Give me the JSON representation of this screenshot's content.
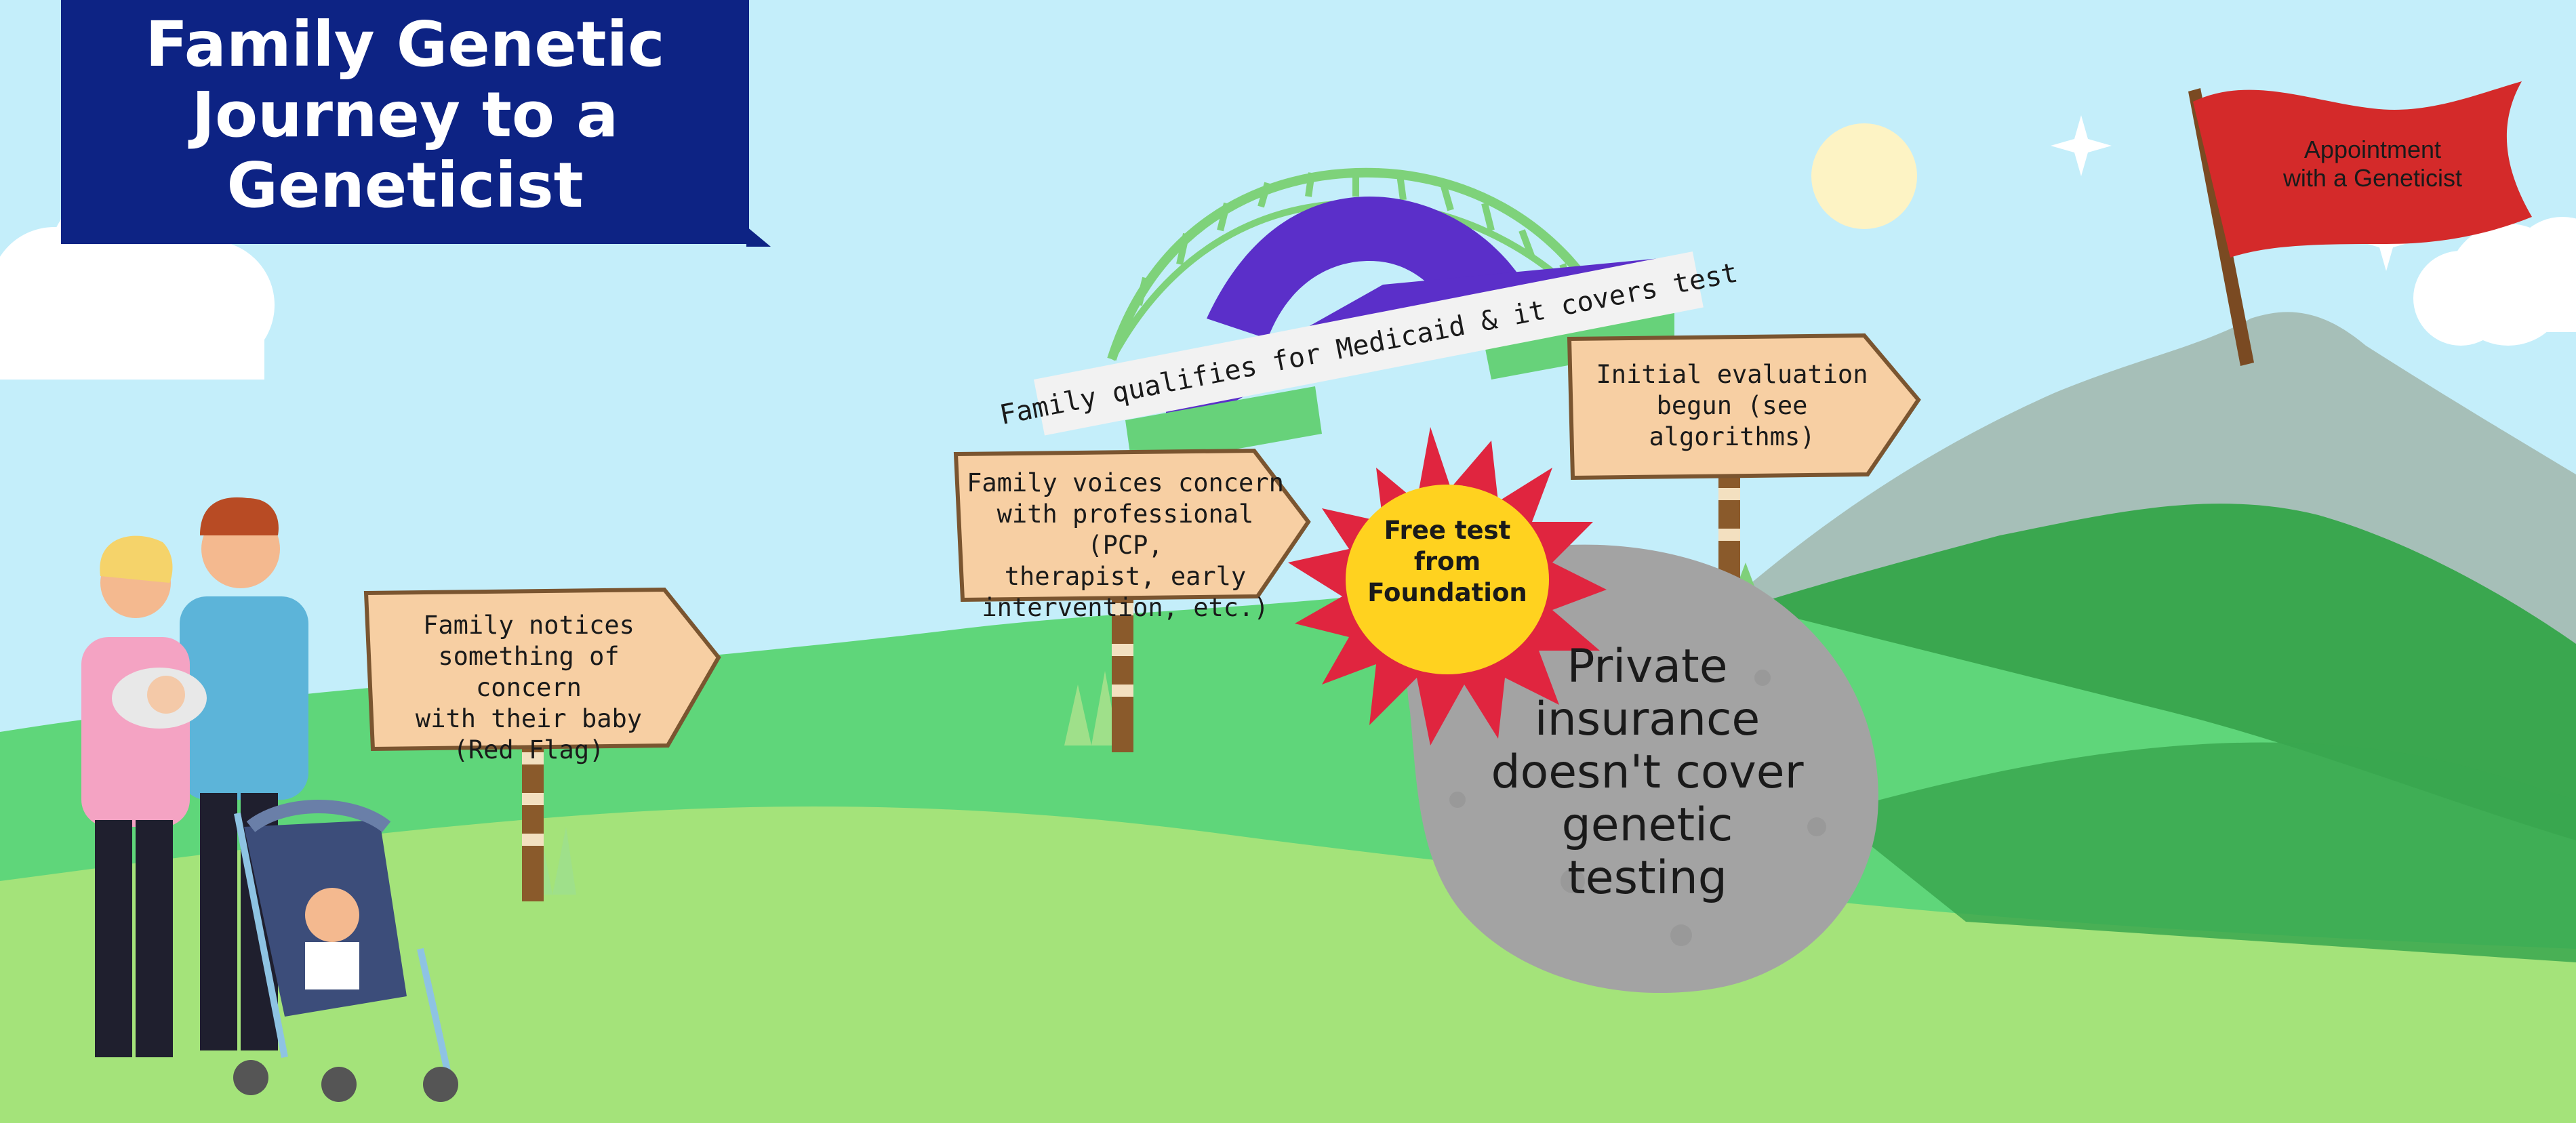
{
  "title": {
    "line1": "Family Genetic",
    "line2": "Journey to a",
    "line3": "Geneticist"
  },
  "signs": {
    "notice": {
      "line1": "Family notices",
      "line2": "something of concern",
      "line3": "with their baby",
      "line4": "(Red Flag)"
    },
    "voices": {
      "line1": "Family voices concern",
      "line2": "with professional (PCP,",
      "line3": "therapist, early",
      "line4": "intervention, etc.)"
    },
    "evaluation": {
      "line1": "Initial evaluation",
      "line2": "begun (see",
      "line3": "algorithms)"
    }
  },
  "bridge_banner": "Family qualifies for Medicaid & it covers test",
  "burst": {
    "line1": "Free test",
    "line2": "from",
    "line3": "Foundation"
  },
  "rock": {
    "line1": "Private",
    "line2": "insurance",
    "line3": "doesn't cover",
    "line4": "genetic",
    "line5": "testing"
  },
  "flag": {
    "line1": "Appointment",
    "line2": "with a Geneticist"
  },
  "colors": {
    "sky": "#c4eefa",
    "title_bg": "#0d2384",
    "hill_light": "#a4e37a",
    "hill_mid": "#5fd67a",
    "hill_dark": "#3aa74f",
    "mountain_far": "#a6bfb8",
    "bridge_purple": "#5b2fc9",
    "bridge_green": "#67d27a",
    "flag_red": "#d42a2a",
    "burst_red": "#e0253f",
    "burst_yellow": "#ffd21f",
    "rock_gray": "#a3a3a3",
    "sign_wood": "#f7cfa3"
  }
}
